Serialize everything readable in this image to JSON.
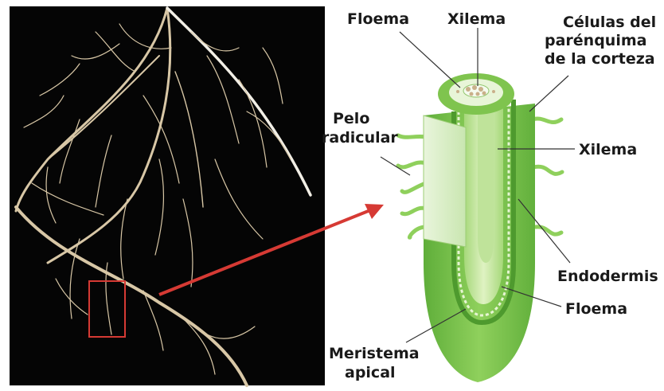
{
  "labels": {
    "floema_top": "Floema",
    "xilema_top": "Xilema",
    "celulas_line1": "Células del",
    "celulas_line2": "parénquima",
    "celulas_line3": "de la corteza",
    "pelo_line1": "Pelo",
    "pelo_line2": "radicular",
    "xilema_right": "Xilema",
    "endodermis": "Endodermis",
    "floema_right": "Floema",
    "meristema_line1": "Meristema",
    "meristema_line2": "apical"
  },
  "colors": {
    "photo_background": "#050505",
    "root_strands": "#d8c7a6",
    "highlight_box": "#d63a34",
    "arrow": "#d63a34",
    "root_outer": "#7fc44e",
    "root_inner": "#a6d87a",
    "vascular_core": "#cfe9a8"
  }
}
